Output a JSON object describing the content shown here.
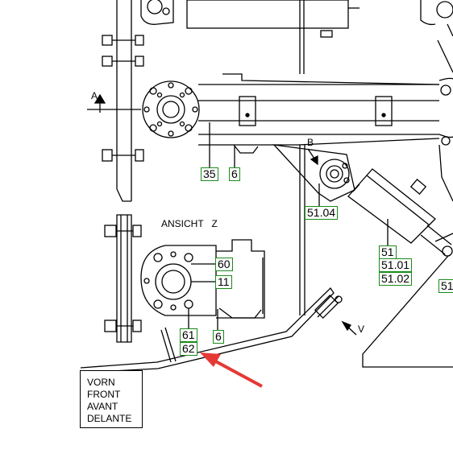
{
  "diagram": {
    "view_letters": {
      "a": "A",
      "b": "B",
      "v": "V"
    },
    "view_caption": "ANSICHT   Z",
    "part_labels": {
      "p35": "35",
      "p6_top": "6",
      "p51_04": "51.04",
      "p51": "51",
      "p51_01": "51.01",
      "p51_02": "51.02",
      "p51_right": "51",
      "p60": "60",
      "p11": "11",
      "p61": "61",
      "p62": "62",
      "p6_bottom": "6"
    },
    "direction_legend": [
      "VORN",
      "FRONT",
      "AVANT",
      "DELANTE"
    ],
    "colors": {
      "line": "#000000",
      "label_border": "#1a8a1a",
      "arrow": "#e53935"
    }
  }
}
